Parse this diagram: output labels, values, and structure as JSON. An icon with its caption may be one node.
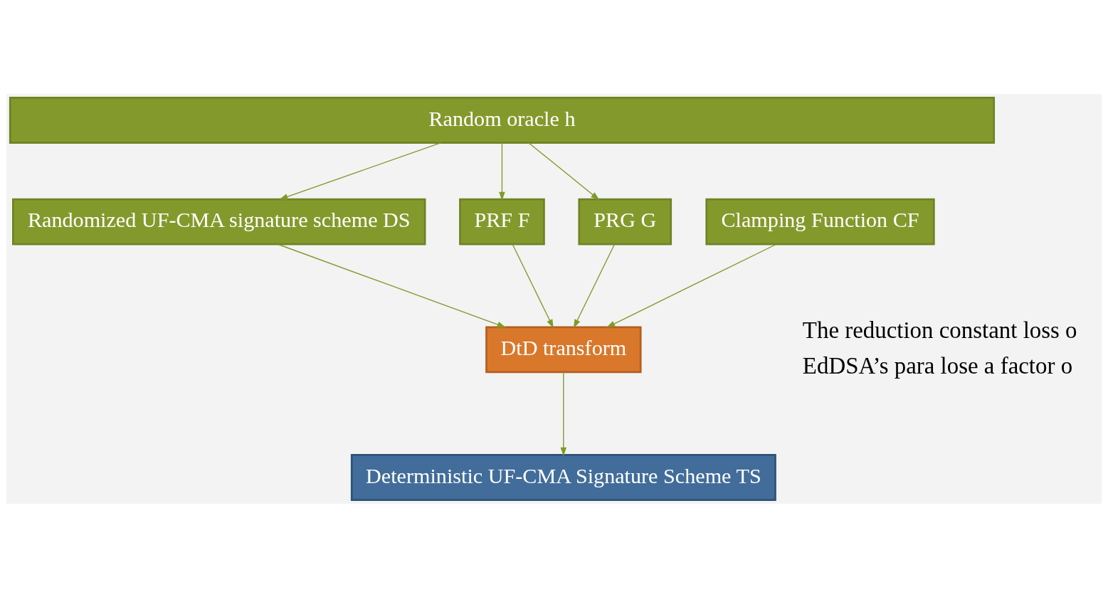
{
  "diagram": {
    "nodes": [
      {
        "text": [
          "Random oracle h"
        ]
      },
      {
        "text": [
          "Randomized UF-CMA signature scheme DS"
        ]
      },
      {
        "text": [
          "PRF F"
        ]
      },
      {
        "text": [
          "PRG G"
        ]
      },
      {
        "text": [
          "Clamping Function CF"
        ]
      },
      {
        "text": [
          "DtD transform"
        ]
      },
      {
        "text": [
          "Deterministic UF-CMA Signature Scheme TS"
        ]
      }
    ],
    "edges": [
      {
        "from": 0,
        "to": 1,
        "arrow": "to"
      },
      {
        "from": 0,
        "to": 2,
        "arrow": "to"
      },
      {
        "from": 0,
        "to": 3,
        "arrow": "to"
      },
      {
        "from": 1,
        "to": 5,
        "arrow": "to"
      },
      {
        "from": 2,
        "to": 5,
        "arrow": "to"
      },
      {
        "from": 3,
        "to": 5,
        "arrow": "to"
      },
      {
        "from": 4,
        "to": 5,
        "arrow": "to"
      },
      {
        "from": 5,
        "to": 6,
        "arrow": "to"
      }
    ],
    "labels": [
      "The reduction constant loss o",
      "EdDSA’s para lose a factor o"
    ]
  }
}
